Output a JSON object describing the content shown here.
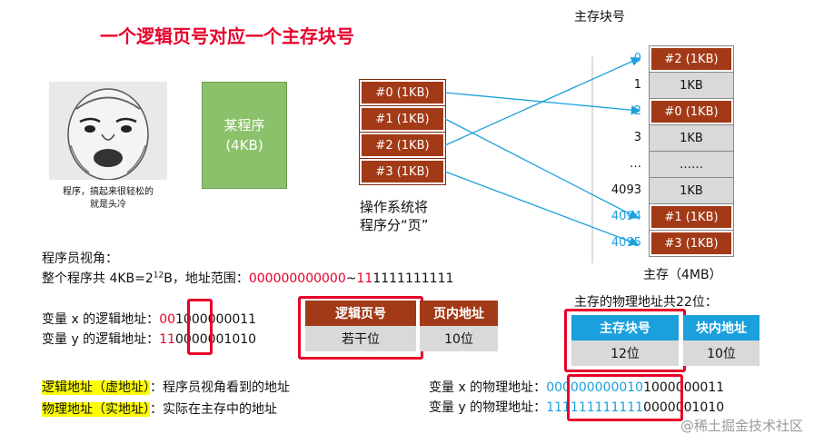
{
  "title": "一个逻辑页号对应一个主存块号",
  "meme_caption": [
    "程序，搞起来很轻松的",
    "就是头冷"
  ],
  "program_box": {
    "name": "某程序",
    "size": "(4KB)"
  },
  "pages": [
    "#0 (1KB)",
    "#1 (1KB)",
    "#2 (1KB)",
    "#3 (1KB)"
  ],
  "os_note": [
    "操作系统将",
    "程序分“页”"
  ],
  "memory": {
    "header": "主存块号",
    "rows": [
      {
        "index": "0",
        "content": "#2 (1KB)",
        "used": true,
        "highlight": true
      },
      {
        "index": "1",
        "content": "1KB",
        "used": false,
        "highlight": false
      },
      {
        "index": "2",
        "content": "#0 (1KB)",
        "used": true,
        "highlight": true
      },
      {
        "index": "3",
        "content": "1KB",
        "used": false,
        "highlight": false
      },
      {
        "index": "…",
        "content": "……",
        "used": false,
        "highlight": false
      },
      {
        "index": "4093",
        "content": "1KB",
        "used": false,
        "highlight": false
      },
      {
        "index": "4094",
        "content": "#1 (1KB)",
        "used": true,
        "highlight": true
      },
      {
        "index": "4095",
        "content": "#3 (1KB)",
        "used": true,
        "highlight": true
      }
    ],
    "label": "主存（4MB）"
  },
  "programmer": {
    "heading": "程序员视角：",
    "line2_prefix": "整个程序共 4KB=2",
    "line2_exp": "12",
    "line2_mid": "B，地址范围：",
    "range_a_red": "00",
    "range_a_rest": "0000000000",
    "range_tilde": "~",
    "range_b_red": "11",
    "range_b_rest": "1111111111"
  },
  "logical": {
    "x_label": "变量 x 的逻辑地址：",
    "x_red": "00",
    "x_rest": "1000000011",
    "y_label": "变量 y 的逻辑地址：",
    "y_red": "11",
    "y_rest": "0000001010",
    "table": {
      "col1_head": "逻辑页号",
      "col1_body": "若干位",
      "col2_head": "页内地址",
      "col2_body": "10位"
    }
  },
  "physical": {
    "heading": "主存的物理地址共22位：",
    "table": {
      "col1_head": "主存块号",
      "col1_body": "12位",
      "col2_head": "块内地址",
      "col2_body": "10位"
    },
    "x_label": "变量 x 的物理地址：",
    "x_blue": "000000000010",
    "x_rest": "1000000011",
    "y_label": "变量 y 的物理地址：",
    "y_blue": "111111111111",
    "y_rest": "0000001010"
  },
  "definitions": {
    "logical_term": "逻辑地址（虚地址）",
    "logical_desc": "：程序员视角看到的地址",
    "physical_term": "物理地址（实地址）",
    "physical_desc": "：实际在主存中的地址"
  },
  "watermark": "@稀土掘金技术社区",
  "colors": {
    "title_red": "#e8002a",
    "page_brown": "#a33a17",
    "arrow_blue": "#1aa0dc",
    "program_green": "#8cc16b",
    "highlight_yellow": "#ffff00"
  }
}
